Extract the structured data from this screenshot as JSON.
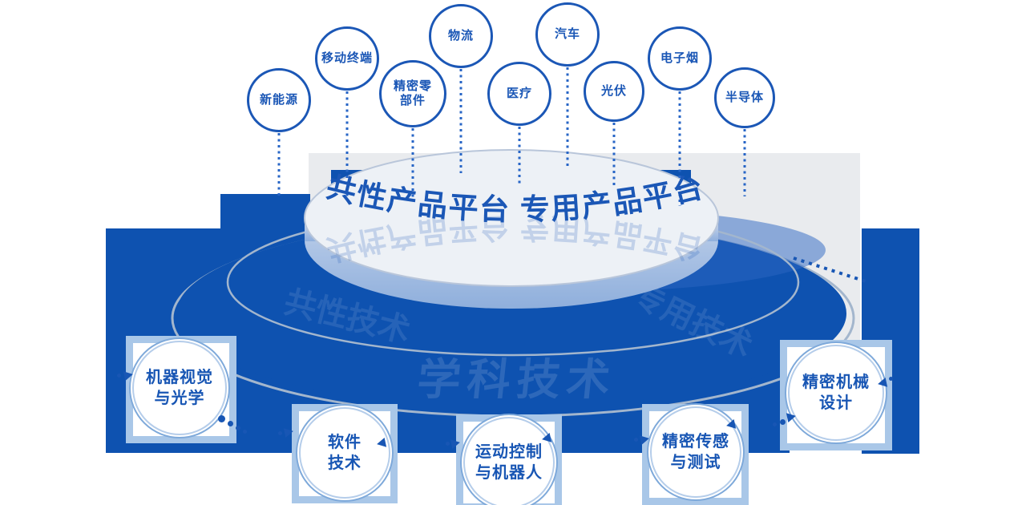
{
  "colors": {
    "primary_blue": "#1b57b6",
    "disc_blue": "#0e52b0",
    "panel_gray": "#e9ebee",
    "card_light_blue": "#a9c7e8",
    "cylinder_face": "#edf1f6"
  },
  "platform": {
    "title": "共性产品平台  专用产品平台",
    "watermark_left": "共性技术",
    "watermark_right": "专用技术",
    "watermark_center": "学科技术"
  },
  "industries": [
    {
      "line1": "新能源",
      "line2": ""
    },
    {
      "line1": "移动终端",
      "line2": ""
    },
    {
      "line1": "精密零",
      "line2": "部件"
    },
    {
      "line1": "物流",
      "line2": ""
    },
    {
      "line1": "医疗",
      "line2": ""
    },
    {
      "line1": "汽车",
      "line2": ""
    },
    {
      "line1": "光伏",
      "line2": ""
    },
    {
      "line1": "电子烟",
      "line2": ""
    },
    {
      "line1": "半导体",
      "line2": ""
    }
  ],
  "technologies": [
    {
      "line1": "机器视觉",
      "line2": "与光学"
    },
    {
      "line1": "软件",
      "line2": "技术"
    },
    {
      "line1": "运动控制",
      "line2": "与机器人"
    },
    {
      "line1": "精密传感",
      "line2": "与测试"
    },
    {
      "line1": "精密机械",
      "line2": "设计"
    }
  ]
}
